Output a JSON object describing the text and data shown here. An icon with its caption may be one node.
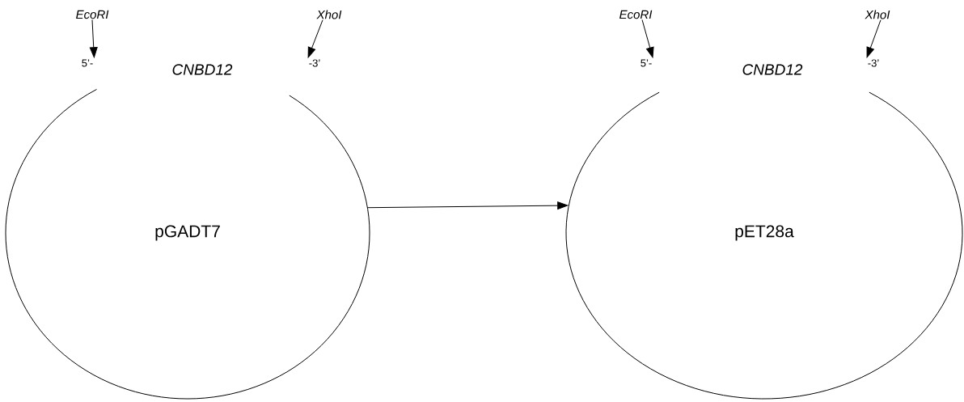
{
  "diagram": {
    "nodes": [
      {
        "text": [
          "pGADT7"
        ]
      },
      {
        "text": [
          "CNBD12"
        ]
      },
      {
        "text": [
          "EcoRI"
        ]
      },
      {
        "text": [
          "5’-"
        ]
      },
      {
        "text": [
          "XhoI"
        ]
      },
      {
        "text": [
          "-3’"
        ]
      },
      {
        "text": [
          "pET28a"
        ]
      },
      {
        "text": [
          "CNBD12"
        ]
      },
      {
        "text": [
          "EcoRI"
        ]
      },
      {
        "text": [
          "5’-"
        ]
      },
      {
        "text": [
          "XhoI"
        ]
      },
      {
        "text": [
          "-3’"
        ]
      }
    ],
    "edges": [
      {
        "from": 2,
        "to": 3,
        "arrow": "to"
      },
      {
        "from": 4,
        "to": 5,
        "arrow": "to"
      },
      {
        "from": 0,
        "to": 6,
        "arrow": "to"
      },
      {
        "from": 8,
        "to": 9,
        "arrow": "to"
      },
      {
        "from": 10,
        "to": 11,
        "arrow": "to"
      }
    ]
  }
}
